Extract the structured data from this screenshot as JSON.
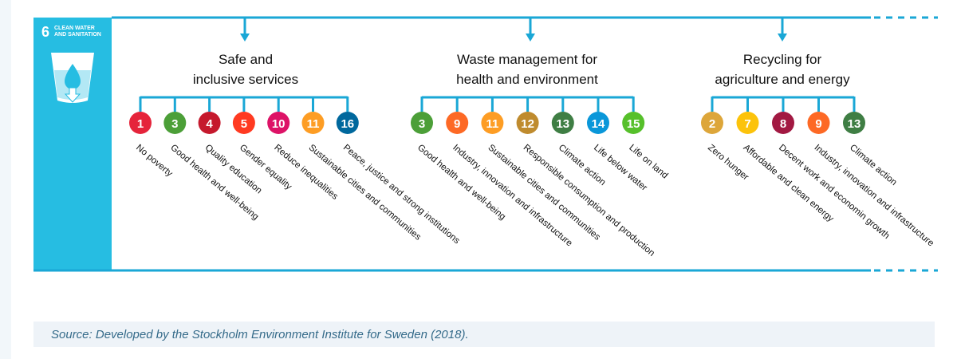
{
  "header_goal": {
    "number": "6",
    "title_line1": "CLEAN WATER",
    "title_line2": "AND SANITATION"
  },
  "groups": [
    {
      "title": "Safe and\ninclusive services",
      "goals": [
        {
          "number": "1",
          "label": "No poverty",
          "color": "#e5243b"
        },
        {
          "number": "3",
          "label": "Good health and well-being",
          "color": "#4c9f38"
        },
        {
          "number": "4",
          "label": "Quality education",
          "color": "#c5192d"
        },
        {
          "number": "5",
          "label": "Gender equality",
          "color": "#ff3a21"
        },
        {
          "number": "10",
          "label": "Reduce inequalities",
          "color": "#dd1367"
        },
        {
          "number": "11",
          "label": "Sustainable cities and communities",
          "color": "#fd9d24"
        },
        {
          "number": "16",
          "label": "Peace, justice and strong institutions",
          "color": "#00689d"
        }
      ]
    },
    {
      "title": "Waste management for\nhealth and environment",
      "goals": [
        {
          "number": "3",
          "label": "Good health and well-being",
          "color": "#4c9f38"
        },
        {
          "number": "9",
          "label": "Industry, innovation and infrastructure",
          "color": "#fd6925"
        },
        {
          "number": "11",
          "label": "Sustainable cities and communities",
          "color": "#fd9d24"
        },
        {
          "number": "12",
          "label": "Responsible consumption and production",
          "color": "#bf8b2e"
        },
        {
          "number": "13",
          "label": "Climate action",
          "color": "#3f7e44"
        },
        {
          "number": "14",
          "label": "Life below water",
          "color": "#0a97d9"
        },
        {
          "number": "15",
          "label": "Life on land",
          "color": "#56c02b"
        }
      ]
    },
    {
      "title": "Recycling for\nagriculture and energy",
      "goals": [
        {
          "number": "2",
          "label": "Zero hunger",
          "color": "#dda63a"
        },
        {
          "number": "7",
          "label": "Affordable and clean energy",
          "color": "#fcc30b"
        },
        {
          "number": "8",
          "label": "Decent work and economin growth",
          "color": "#a21942"
        },
        {
          "number": "9",
          "label": "Industry, innovation and infrastructure",
          "color": "#fd6925"
        },
        {
          "number": "13",
          "label": "Climate action",
          "color": "#3f7e44"
        }
      ]
    }
  ],
  "caption": "Source: Developed by the Stockholm Environment Institute for Sweden (2018).",
  "colors": {
    "line": "#1aa7d6",
    "tile": "#26bde2"
  }
}
